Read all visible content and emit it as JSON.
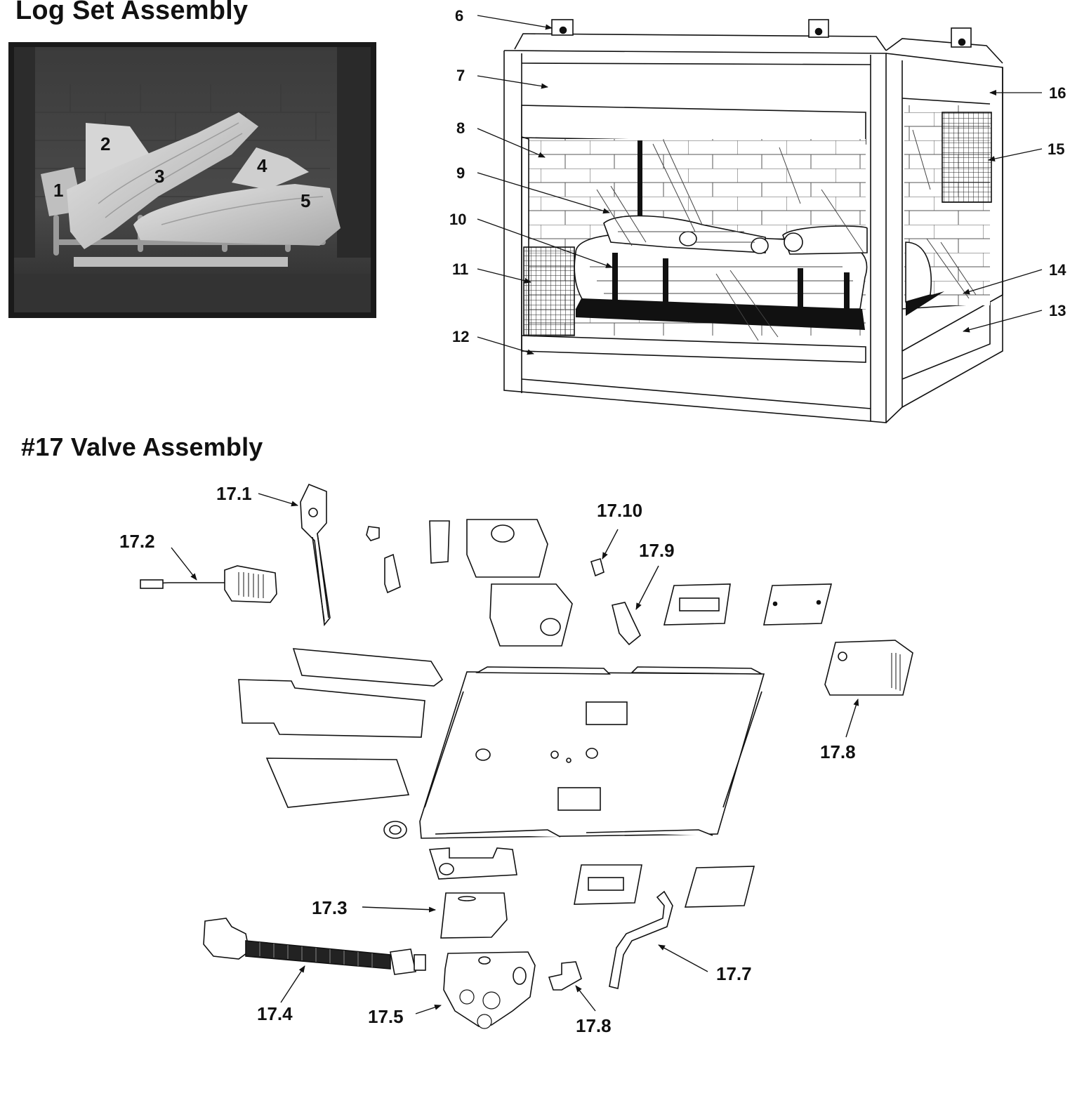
{
  "headings": {
    "log_set": "Log Set Assembly",
    "valve": "#17 Valve Assembly"
  },
  "photo_labels": [
    "1",
    "2",
    "3",
    "4",
    "5"
  ],
  "firebox_labels": [
    "6",
    "7",
    "8",
    "9",
    "10",
    "11",
    "12",
    "13",
    "14",
    "15",
    "16"
  ],
  "valve_labels": {
    "p17_1": "17.1",
    "p17_2": "17.2",
    "p17_3": "17.3",
    "p17_4": "17.4",
    "p17_5": "17.5",
    "p17_7": "17.7",
    "p17_8a": "17.8",
    "p17_8b": "17.8",
    "p17_9": "17.9",
    "p17_10": "17.10"
  }
}
